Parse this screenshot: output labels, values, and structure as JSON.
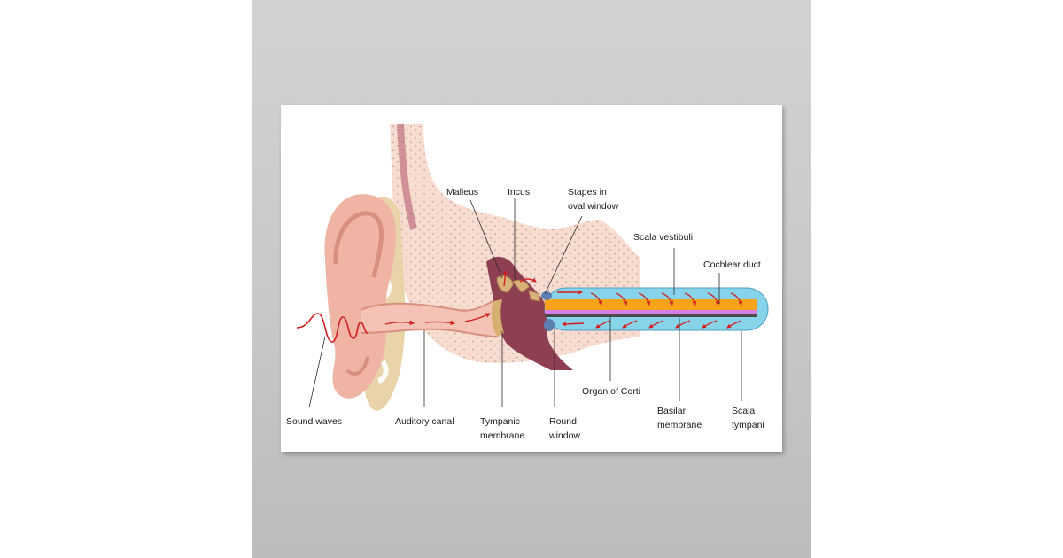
{
  "labels": {
    "malleus": "Malleus",
    "incus": "Incus",
    "stapes_line1": "Stapes in",
    "stapes_line2": "oval window",
    "scala_vestibuli": "Scala vestibuli",
    "cochlear_duct": "Cochlear duct",
    "sound_waves": "Sound waves",
    "auditory_canal": "Auditory canal",
    "tympanic_line1": "Tympanic",
    "tympanic_line2": "membrane",
    "round_line1": "Round",
    "round_line2": "window",
    "organ_of_corti": "Organ of Corti",
    "basilar_line1": "Basilar",
    "basilar_line2": "membrane",
    "scala_tympani_line1": "Scala",
    "scala_tympani_line2": "tympani"
  },
  "colors": {
    "skin": "#f0b4a4",
    "bone": "#f7dccf",
    "cartilage": "#e9d3a8",
    "middle_ear": "#8e3f51",
    "cochlea_fluid": "#86d3ea",
    "scala_vestibuli_band": "#f7a31a",
    "basilar_band": "#d77ee6",
    "wave": "#d42020"
  }
}
